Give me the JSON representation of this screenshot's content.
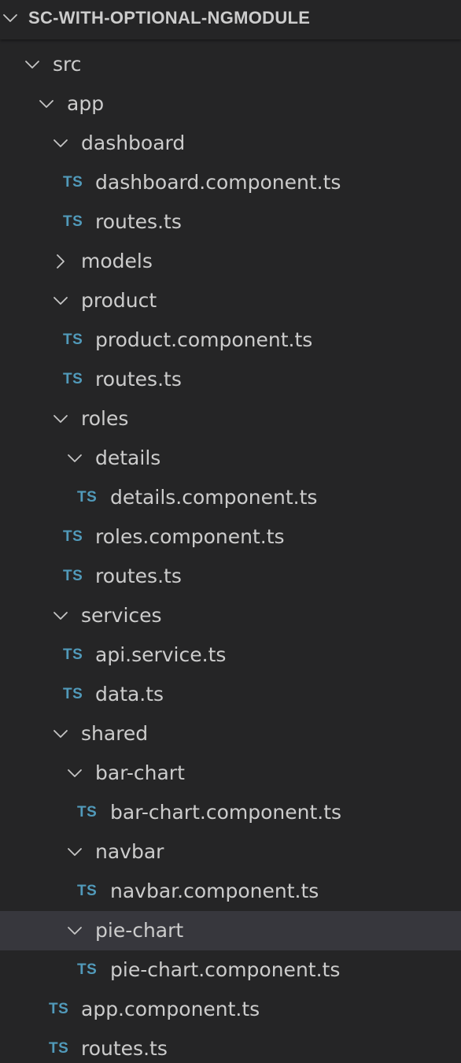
{
  "explorer": {
    "title": "SC-WITH-OPTIONAL-NGMODULE",
    "icon_colors": {
      "ts": "#519aba",
      "chevron": "#c5c5c5"
    },
    "tree": [
      {
        "label": "src",
        "kind": "folder",
        "expanded": true,
        "depth": 0,
        "icon": "chevron-down-icon"
      },
      {
        "label": "app",
        "kind": "folder",
        "expanded": true,
        "depth": 1,
        "icon": "chevron-down-icon"
      },
      {
        "label": "dashboard",
        "kind": "folder",
        "expanded": true,
        "depth": 2,
        "icon": "chevron-down-icon"
      },
      {
        "label": "dashboard.component.ts",
        "kind": "file",
        "badge": "TS",
        "depth": 3,
        "icon": "typescript-file-icon"
      },
      {
        "label": "routes.ts",
        "kind": "file",
        "badge": "TS",
        "depth": 3,
        "icon": "typescript-file-icon"
      },
      {
        "label": "models",
        "kind": "folder",
        "expanded": false,
        "depth": 2,
        "icon": "chevron-right-icon"
      },
      {
        "label": "product",
        "kind": "folder",
        "expanded": true,
        "depth": 2,
        "icon": "chevron-down-icon"
      },
      {
        "label": "product.component.ts",
        "kind": "file",
        "badge": "TS",
        "depth": 3,
        "icon": "typescript-file-icon"
      },
      {
        "label": "routes.ts",
        "kind": "file",
        "badge": "TS",
        "depth": 3,
        "icon": "typescript-file-icon"
      },
      {
        "label": "roles",
        "kind": "folder",
        "expanded": true,
        "depth": 2,
        "icon": "chevron-down-icon"
      },
      {
        "label": "details",
        "kind": "folder",
        "expanded": true,
        "depth": 3,
        "icon": "chevron-down-icon"
      },
      {
        "label": "details.component.ts",
        "kind": "file",
        "badge": "TS",
        "depth": 4,
        "icon": "typescript-file-icon"
      },
      {
        "label": "roles.component.ts",
        "kind": "file",
        "badge": "TS",
        "depth": 3,
        "icon": "typescript-file-icon"
      },
      {
        "label": "routes.ts",
        "kind": "file",
        "badge": "TS",
        "depth": 3,
        "icon": "typescript-file-icon"
      },
      {
        "label": "services",
        "kind": "folder",
        "expanded": true,
        "depth": 2,
        "icon": "chevron-down-icon"
      },
      {
        "label": "api.service.ts",
        "kind": "file",
        "badge": "TS",
        "depth": 3,
        "icon": "typescript-file-icon"
      },
      {
        "label": "data.ts",
        "kind": "file",
        "badge": "TS",
        "depth": 3,
        "icon": "typescript-file-icon"
      },
      {
        "label": "shared",
        "kind": "folder",
        "expanded": true,
        "depth": 2,
        "icon": "chevron-down-icon"
      },
      {
        "label": "bar-chart",
        "kind": "folder",
        "expanded": true,
        "depth": 3,
        "icon": "chevron-down-icon"
      },
      {
        "label": "bar-chart.component.ts",
        "kind": "file",
        "badge": "TS",
        "depth": 4,
        "icon": "typescript-file-icon"
      },
      {
        "label": "navbar",
        "kind": "folder",
        "expanded": true,
        "depth": 3,
        "icon": "chevron-down-icon"
      },
      {
        "label": "navbar.component.ts",
        "kind": "file",
        "badge": "TS",
        "depth": 4,
        "icon": "typescript-file-icon"
      },
      {
        "label": "pie-chart",
        "kind": "folder",
        "expanded": true,
        "depth": 3,
        "selected": true,
        "icon": "chevron-down-icon"
      },
      {
        "label": "pie-chart.component.ts",
        "kind": "file",
        "badge": "TS",
        "depth": 4,
        "icon": "typescript-file-icon"
      },
      {
        "label": "app.component.ts",
        "kind": "file",
        "badge": "TS",
        "depth": 2,
        "icon": "typescript-file-icon"
      },
      {
        "label": "routes.ts",
        "kind": "file",
        "badge": "TS",
        "depth": 2,
        "icon": "typescript-file-icon"
      }
    ]
  }
}
